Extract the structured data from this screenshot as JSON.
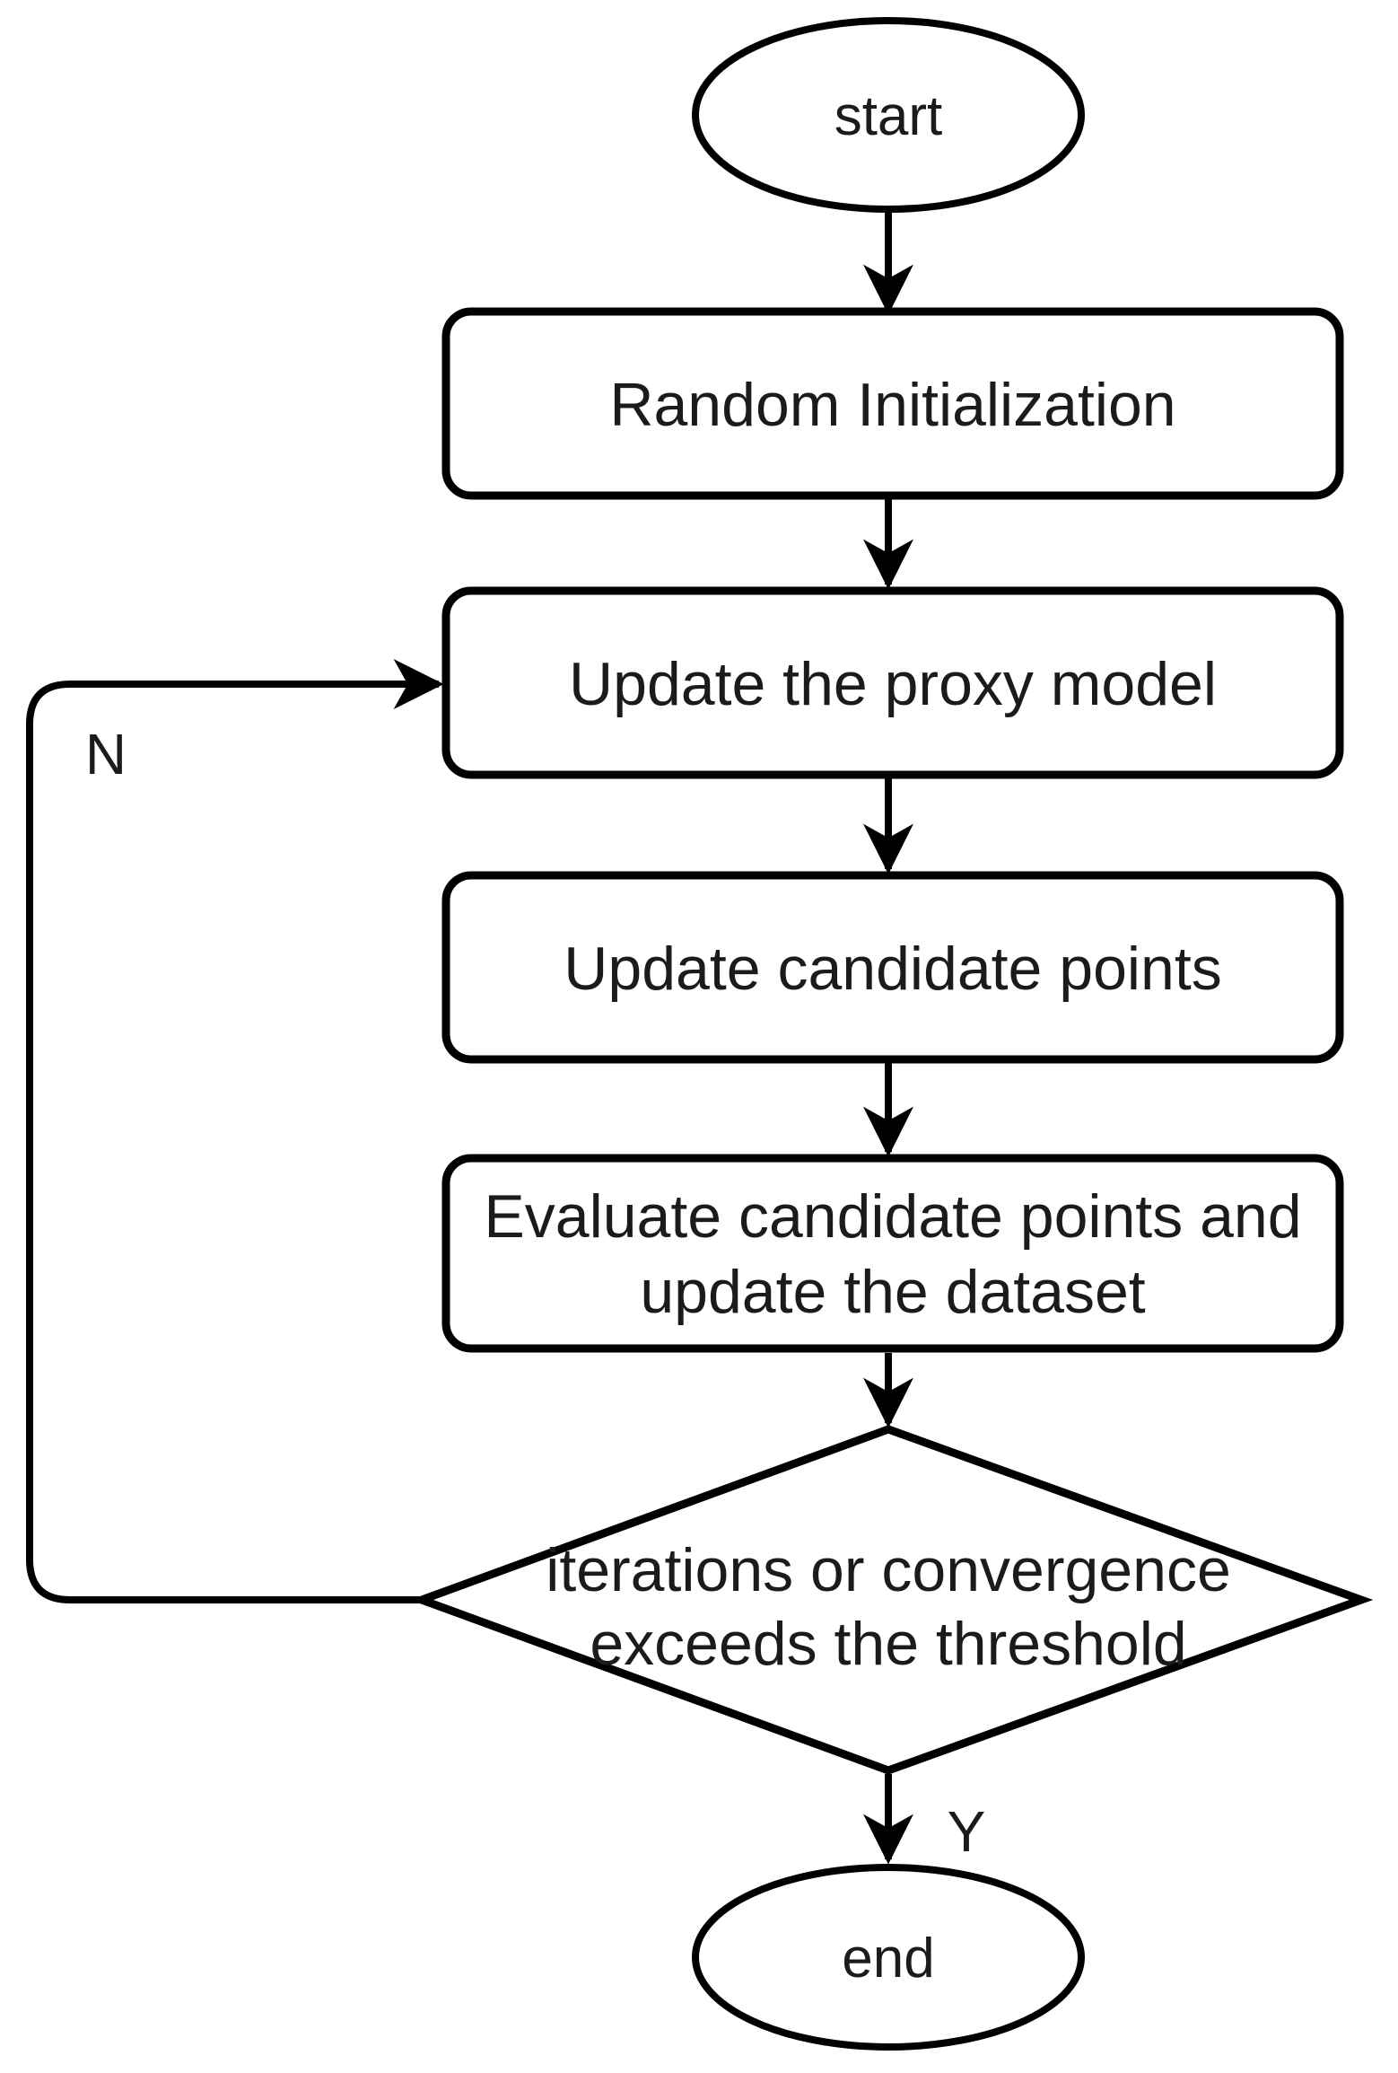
{
  "diagram": {
    "kind": "flowchart",
    "background": "#ffffff",
    "colors": {
      "stroke": "#000000",
      "text": "#1b1b1b",
      "shape_fill": "#ffffff"
    },
    "nodes": {
      "start": {
        "shape": "ellipse",
        "label": "start"
      },
      "random_init": {
        "shape": "process",
        "label": "Random Initialization"
      },
      "update_proxy": {
        "shape": "process",
        "label": "Update the proxy model"
      },
      "update_candidates": {
        "shape": "process",
        "label": "Update candidate points"
      },
      "evaluate": {
        "shape": "process",
        "label_line1": "Evaluate candidate points and",
        "label_line2": "update the dataset"
      },
      "decision": {
        "shape": "diamond",
        "label_line1": "iterations or convergence",
        "label_line2": "exceeds the threshold"
      },
      "end": {
        "shape": "ellipse",
        "label": "end"
      }
    },
    "edge_labels": {
      "yes": "Y",
      "no": "N"
    },
    "edges": [
      {
        "from": "start",
        "to": "random_init"
      },
      {
        "from": "random_init",
        "to": "update_proxy"
      },
      {
        "from": "update_proxy",
        "to": "update_candidates"
      },
      {
        "from": "update_candidates",
        "to": "evaluate"
      },
      {
        "from": "evaluate",
        "to": "decision"
      },
      {
        "from": "decision",
        "to": "end",
        "label": "Y"
      },
      {
        "from": "decision",
        "to": "update_proxy",
        "label": "N"
      }
    ]
  }
}
